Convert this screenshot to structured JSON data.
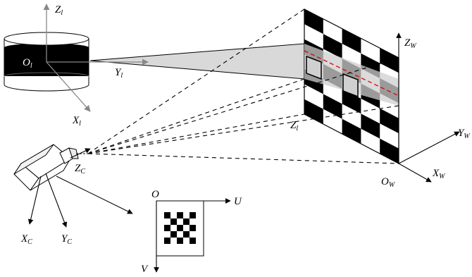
{
  "labels": {
    "laser_z": {
      "main": "Z",
      "sub": "l"
    },
    "laser_origin": {
      "main": "O",
      "sub": "l"
    },
    "laser_y": {
      "main": "Y",
      "sub": "l"
    },
    "laser_x": {
      "main": "X",
      "sub": "l"
    },
    "board_laser_z": {
      "main": "Z",
      "sub": "l"
    },
    "world_z": {
      "main": "Z",
      "sub": "W"
    },
    "world_y": {
      "main": "Y",
      "sub": "W"
    },
    "world_x": {
      "main": "X",
      "sub": "W"
    },
    "world_origin": {
      "main": "O",
      "sub": "W"
    },
    "camera_z": {
      "main": "Z",
      "sub": "C"
    },
    "camera_x": {
      "main": "X",
      "sub": "C"
    },
    "camera_y": {
      "main": "Y",
      "sub": "C"
    },
    "image_origin": {
      "main": "O",
      "sub": ""
    },
    "image_u": {
      "main": "U",
      "sub": ""
    },
    "image_v": {
      "main": "V",
      "sub": ""
    }
  },
  "colors": {
    "ink": "#000000",
    "laser_beam": "#d9d9d9",
    "laser_line": "#e00000",
    "beam_overlay": "#cfcfcf"
  }
}
